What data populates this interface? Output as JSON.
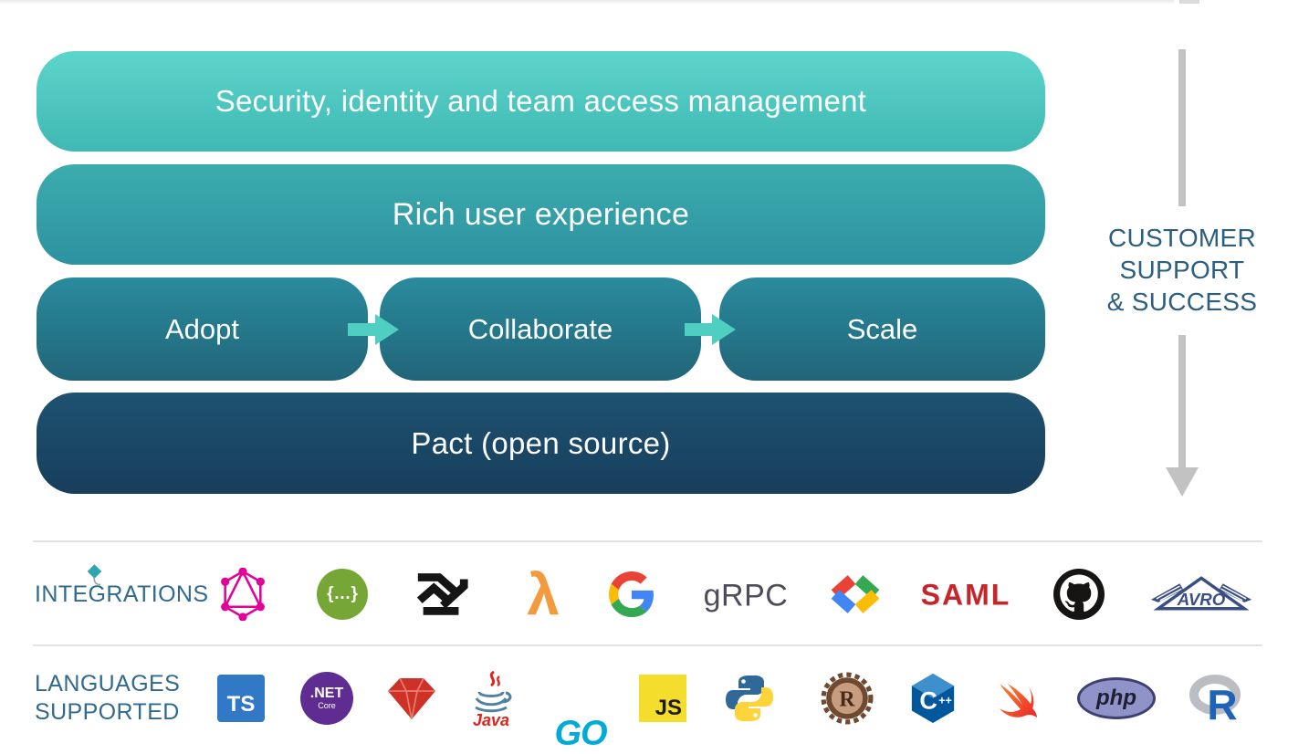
{
  "stack": {
    "bars": [
      {
        "id": "security",
        "label": "Security, identity and team access management"
      },
      {
        "id": "rich-ux",
        "label": "Rich user experience"
      },
      {
        "id": "pact",
        "label": "Pact (open source)"
      }
    ],
    "journey": {
      "steps": [
        "Adopt",
        "Collaborate",
        "Scale"
      ]
    }
  },
  "side": {
    "lines": [
      "CUSTOMER",
      "SUPPORT",
      "& SUCCESS"
    ]
  },
  "integrations": {
    "label": "INTEGRATIONS",
    "items": [
      {
        "name": "GraphQL"
      },
      {
        "name": "OpenAPI",
        "text": "{…}"
      },
      {
        "name": "Handshake"
      },
      {
        "name": "AWS Lambda",
        "text": "λ"
      },
      {
        "name": "Google"
      },
      {
        "name": "gRPC",
        "text": "gRPC"
      },
      {
        "name": "Google Developers"
      },
      {
        "name": "SAML",
        "text": "SAML"
      },
      {
        "name": "GitHub"
      },
      {
        "name": "Apache Avro",
        "text": "AVRO"
      }
    ]
  },
  "languages": {
    "label_lines": [
      "LANGUAGES",
      "SUPPORTED"
    ],
    "items": [
      {
        "name": "TypeScript",
        "text": "TS"
      },
      {
        "name": ".NET Core",
        "text": ".NET",
        "subtext": "Core"
      },
      {
        "name": "Ruby"
      },
      {
        "name": "Java",
        "text": "Java"
      },
      {
        "name": "Go",
        "text": "GO"
      },
      {
        "name": "JavaScript",
        "text": "JS"
      },
      {
        "name": "Python"
      },
      {
        "name": "Rust",
        "text": "R"
      },
      {
        "name": "C++",
        "text": "C",
        "subtext": "++"
      },
      {
        "name": "Swift"
      },
      {
        "name": "PHP",
        "text": "php"
      },
      {
        "name": "R",
        "text": "R"
      }
    ]
  },
  "colors": {
    "teal_light": "#5CD5CC",
    "teal_mid": "#3BACAE",
    "teal_dark": "#2A8B9D",
    "navy": "#1E5271",
    "step_arrow_aqua": "#4FCFC2",
    "side_arrow_gray": "#C2C2C2",
    "label_blue": "#306A8E",
    "divider_gray": "#E2E2E4"
  }
}
